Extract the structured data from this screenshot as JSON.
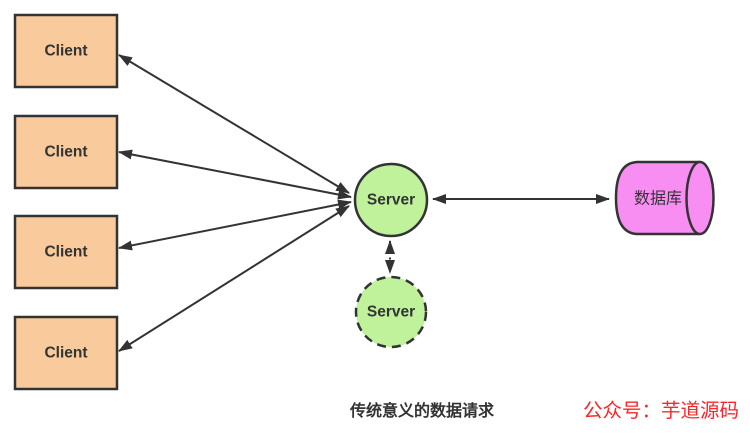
{
  "diagram": {
    "clients": [
      {
        "label": "Client"
      },
      {
        "label": "Client"
      },
      {
        "label": "Client"
      },
      {
        "label": "Client"
      }
    ],
    "server_main": {
      "label": "Server"
    },
    "server_standby": {
      "label": "Server"
    },
    "database": {
      "label": "数据库"
    },
    "caption": "传统意义的数据请求",
    "watermark": "公众号：芋道源码",
    "colors": {
      "client_fill": "#F9CB9C",
      "server_fill": "#BFF29B",
      "database_fill": "#F98EF2",
      "line_stroke": "#333333",
      "caption_color": "#333333",
      "watermark_color": "#F6282B"
    }
  }
}
